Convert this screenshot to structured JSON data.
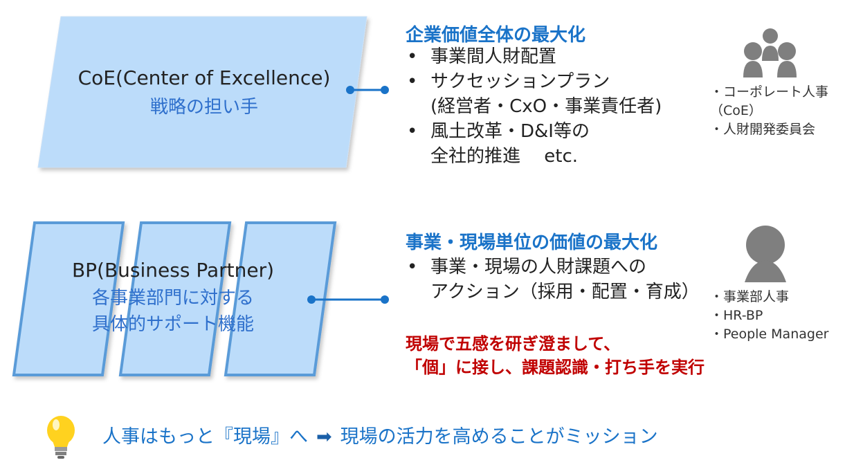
{
  "coe": {
    "title": "CoE(Center of Excellence)",
    "subtitle": "戦略の担い手",
    "heading": "企業価値全体の最大化",
    "bullets": [
      {
        "line1": "事業間人財配置",
        "line2": ""
      },
      {
        "line1": "サクセッションプラン",
        "line2": "(経営者・CxO・事業責任者)"
      },
      {
        "line1": "風土改革・D&I等の",
        "line2": "全社的推進　 etc."
      }
    ],
    "people": [
      "・コーポレート人事",
      "（CoE）",
      "・人財開発委員会"
    ],
    "icon": "people-group-icon"
  },
  "bp": {
    "title": "BP(Business  Partner)",
    "subtitle_lines": [
      "各事業部門に対する",
      "具体的サポート機能"
    ],
    "heading": "事業・現場単位の価値の最大化",
    "bullets": [
      {
        "line1": "事業・現場の人財課題への",
        "line2": "アクション（採用・配置・育成）"
      }
    ],
    "note_lines": [
      "現場で五感を研ぎ澄まして、",
      "「個」に接し、課題認識・打ち手を実行"
    ],
    "people": [
      "・事業部人事",
      "・HR-BP",
      "・People Manager"
    ],
    "icon": "person-icon"
  },
  "bottom": {
    "left": "人事はもっと『現場』へ",
    "arrow": "➡",
    "right": "現場の活力を高めることがミッション",
    "icon": "lightbulb-icon"
  },
  "colors": {
    "accent": "#1a73c8",
    "shape_fill": "#bcdcfa",
    "shape_stroke": "#5a9bd8",
    "red": "#c00000",
    "icon_gray": "#7f7f7f"
  }
}
